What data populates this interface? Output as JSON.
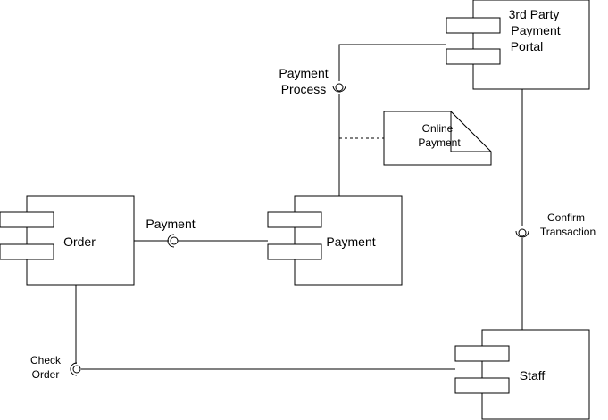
{
  "components": {
    "portal": {
      "label_lines": [
        "3rd Party",
        "Payment",
        "Portal"
      ]
    },
    "order": {
      "label": "Order"
    },
    "payment": {
      "label": "Payment"
    },
    "staff": {
      "label": "Staff"
    }
  },
  "note": {
    "label_lines": [
      "Online",
      "Payment"
    ]
  },
  "interfaces": {
    "payment_process": {
      "label_lines": [
        "Payment",
        "Process"
      ]
    },
    "payment": {
      "label": "Payment"
    },
    "confirm_transaction": {
      "label_lines": [
        "Confirm",
        "Transaction"
      ]
    },
    "check_order": {
      "label_lines": [
        "Check",
        "Order"
      ]
    }
  }
}
